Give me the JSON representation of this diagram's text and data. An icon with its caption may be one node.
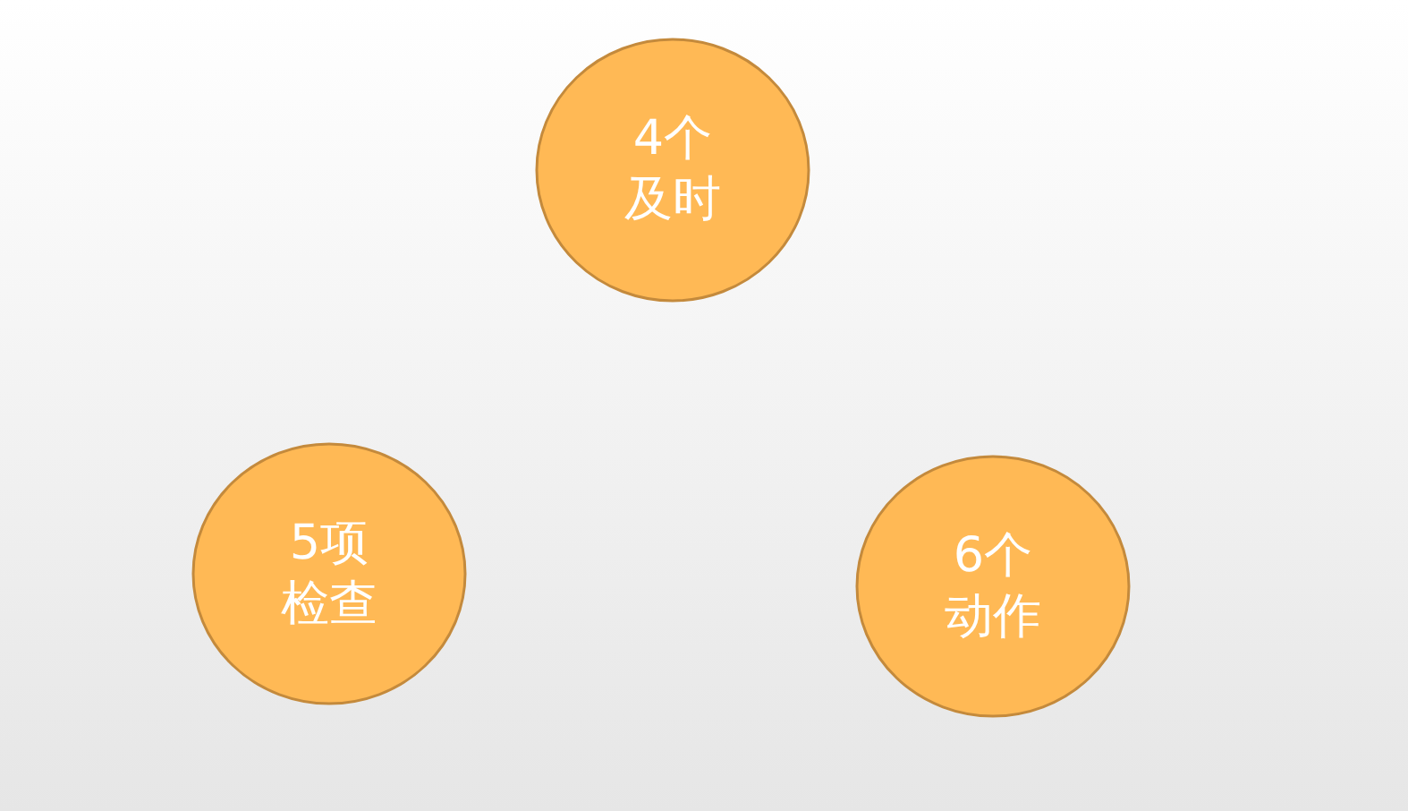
{
  "diagram": {
    "nodes": [
      {
        "text": [
          "4个及时"
        ]
      },
      {
        "text": [
          "5项检查"
        ]
      },
      {
        "text": [
          "6个动作"
        ]
      }
    ]
  }
}
